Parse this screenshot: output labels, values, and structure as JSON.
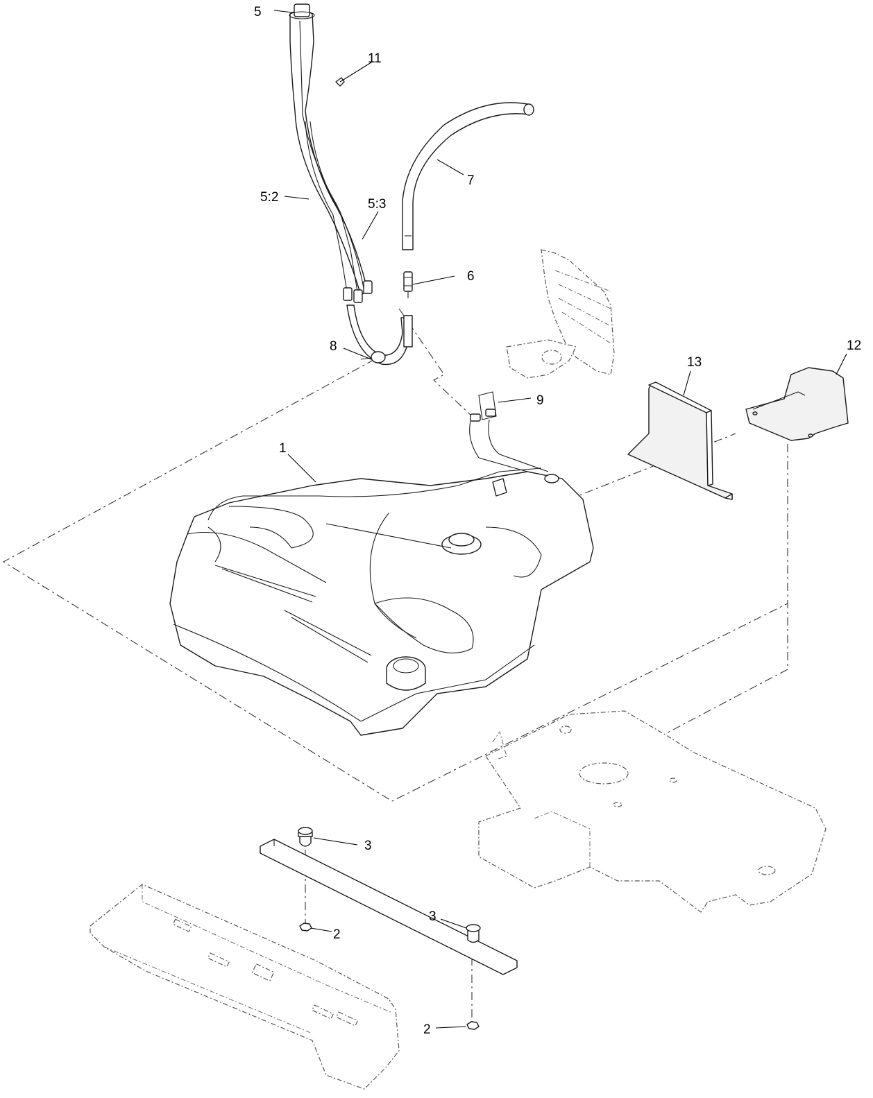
{
  "callouts": {
    "c1": "1",
    "c2a": "2",
    "c2b": "2",
    "c3a": "3",
    "c3b": "3",
    "c5": "5",
    "c5_2": "5:2",
    "c5_3": "5:3",
    "c6": "6",
    "c7": "7",
    "c8": "8",
    "c9": "9",
    "c11": "11",
    "c12": "12",
    "c13": "13"
  }
}
